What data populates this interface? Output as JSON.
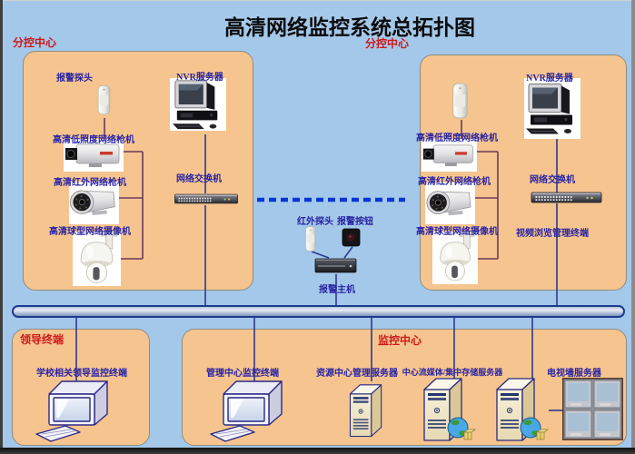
{
  "title": "高清网络监控系统总拓扑图",
  "colors": {
    "background": "#a4c8ea",
    "panel": "#f6c48e",
    "red_label": "#cc1a1a",
    "blue_label": "#2824a4",
    "dashed_link": "#0836d6",
    "bus_border": "#1e3a8f"
  },
  "top_labels": {
    "left_sub_center": "分控中心",
    "right_sub_center": "分控中心"
  },
  "left_panel": {
    "alarm_sensor": "报警探头",
    "nvr_server": "NVR服务器",
    "low_light_camera": "高清低照度网络枪机",
    "ir_camera": "高清红外网络枪机",
    "dome_camera": "高清球型网络摄像机",
    "network_switch": "网络交换机"
  },
  "right_panel": {
    "nvr_server": "NVR服务器",
    "low_light_camera": "高清低照度网络枪机",
    "ir_camera": "高清红外网络枪机",
    "dome_camera": "高清球型网络摄像机",
    "network_switch": "网络交换机",
    "video_terminal": "视频浏览管理终端"
  },
  "middle": {
    "ir_detector": "红外探头",
    "alarm_button": "报警按钮",
    "alarm_host": "报警主机"
  },
  "leader_panel": {
    "title": "领导终端",
    "terminal": "学校相关领导监控终端"
  },
  "monitor_center_panel": {
    "title": "监控中心",
    "mgmt_terminal": "管理中心监控终端",
    "resource_server": "资源中心管理服务器",
    "stream_server": "中心流媒体/集中存储服务器",
    "tvwall_server": "电视墙服务器"
  }
}
